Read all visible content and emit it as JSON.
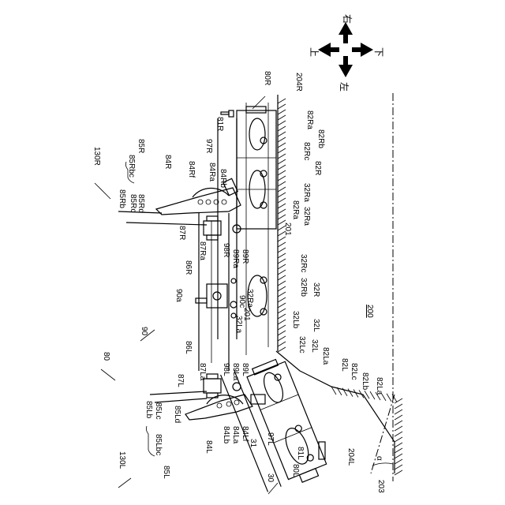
{
  "direction": {
    "up": "上",
    "down": "下",
    "left": "左",
    "right": "右"
  },
  "labels": {
    "l80R": "80R",
    "l204R": "204R",
    "l81R": "81R",
    "l82Ra_top": "82Ra",
    "l82Rb_top": "82Rb",
    "l82Rc_top": "82Rc",
    "l82R_top": "82R",
    "l97R": "97R",
    "l130R": "130R",
    "l85R": "85R",
    "l85Rbc": "85Rbc",
    "l84R": "84R",
    "l84Rf": "84Rf",
    "l84Ra": "84Ra",
    "l84Rb": "84Rb",
    "l85Rb": "85Rb",
    "l85Rc": "85Rc",
    "l85Rd": "85Rd",
    "l32Ra_top": "32Ra",
    "l82Ra_mid": "82Ra",
    "l32Ra_mid": "32Ra",
    "l201_top": "201",
    "l87R": "87R",
    "l87Ra": "87Ra",
    "l98R": "98R",
    "l89Ra": "89Ra",
    "l89R": "89R",
    "l32Rc": "32Rc",
    "l86R": "86R",
    "l32Rb": "32Rb",
    "l32R": "32R",
    "l90a": "90a",
    "l90c": "90c",
    "l32Ra_bot": "32Ra",
    "l90": "90",
    "l201_bot": "201",
    "l32Lb": "32Lb",
    "l32L": "32L",
    "l32La": "32La",
    "l200": "200",
    "l86L": "86L",
    "l32Lc": "32Lc",
    "l32L_b": "32L",
    "l80": "80",
    "l82La_top": "82La",
    "l82L": "82L",
    "l82Lc": "82Lc",
    "l82Lb": "82Lb",
    "l82La_bot": "82La",
    "l87L": "87L",
    "l87La": "87La",
    "l98L": "98L",
    "l89La": "89La",
    "l89L": "89L",
    "l85Lb": "85Lb",
    "l85Lc": "85Lc",
    "l85Ld": "85Ld",
    "l85Lbc": "85Lbc",
    "l85L": "85L",
    "l130L": "130L",
    "l84L": "84L",
    "l84Lb": "84Lb",
    "l84La": "84La",
    "l84Lf": "84Lf",
    "l97L": "97L",
    "l31": "31",
    "l81L": "81L",
    "l80L": "80L",
    "l30": "30",
    "l204L": "204L",
    "l203": "203",
    "lalpha": "α"
  }
}
